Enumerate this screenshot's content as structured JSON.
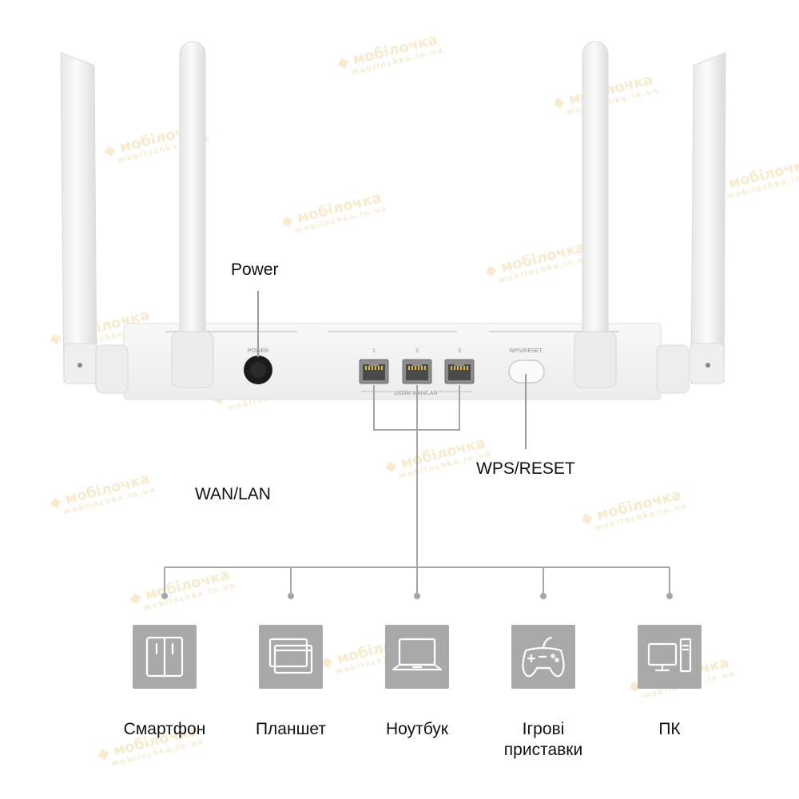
{
  "labels": {
    "power": "Power",
    "wps_reset": "WPS/RESET",
    "wan_lan": "WAN/LAN"
  },
  "router_panel": {
    "power_port_label": "POWER",
    "port_numbers": [
      "1",
      "2",
      "3"
    ],
    "ports_caption": "1000M WAN/LAN",
    "wps_button_label": "WPS/RESET"
  },
  "devices": [
    {
      "id": "smartphone",
      "icon": "smartphone-icon",
      "label_lines": [
        "Смартфон"
      ]
    },
    {
      "id": "tablet",
      "icon": "tablet-icon",
      "label_lines": [
        "Планшет"
      ]
    },
    {
      "id": "laptop",
      "icon": "laptop-icon",
      "label_lines": [
        "Ноутбук"
      ]
    },
    {
      "id": "console",
      "icon": "gamepad-icon",
      "label_lines": [
        "Ігрові",
        "приставки"
      ]
    },
    {
      "id": "pc",
      "icon": "desktop-pc-icon",
      "label_lines": [
        "ПК"
      ]
    }
  ],
  "watermark": {
    "brand": "мобілочка",
    "domain": "mobilochka.in.ua"
  },
  "colors": {
    "router_body": "#f4f4f4",
    "line": "#a6a6a6",
    "icon_tile": "#a9a9a9",
    "icon_stroke": "#ffffff"
  }
}
